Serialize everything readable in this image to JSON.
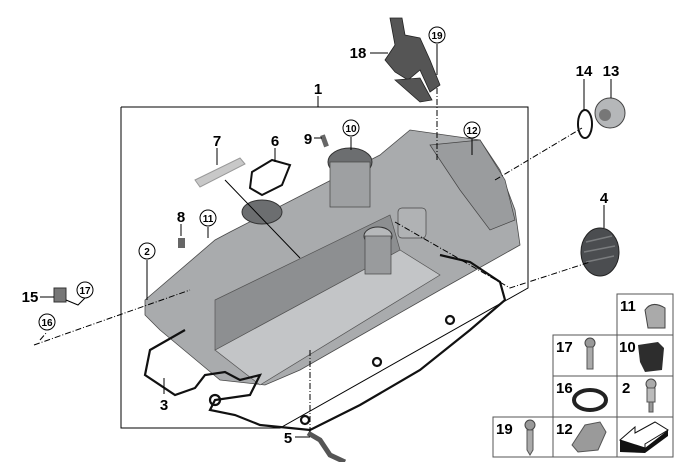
{
  "diagram": {
    "title": "Cylinder head cover",
    "callouts": [
      {
        "id": "1",
        "text": "1",
        "circled": false
      },
      {
        "id": "2",
        "text": "2",
        "circled": true
      },
      {
        "id": "3",
        "text": "3",
        "circled": false
      },
      {
        "id": "4",
        "text": "4",
        "circled": false
      },
      {
        "id": "5",
        "text": "5",
        "circled": false
      },
      {
        "id": "6",
        "text": "6",
        "circled": false
      },
      {
        "id": "7",
        "text": "7",
        "circled": false
      },
      {
        "id": "8",
        "text": "8",
        "circled": false
      },
      {
        "id": "9",
        "text": "9",
        "circled": false
      },
      {
        "id": "10",
        "text": "10",
        "circled": true
      },
      {
        "id": "11",
        "text": "11",
        "circled": true
      },
      {
        "id": "12",
        "text": "12",
        "circled": true
      },
      {
        "id": "13",
        "text": "13",
        "circled": false
      },
      {
        "id": "14",
        "text": "14",
        "circled": false
      },
      {
        "id": "15",
        "text": "15",
        "circled": false
      },
      {
        "id": "16",
        "text": "16",
        "circled": true
      },
      {
        "id": "17",
        "text": "17",
        "circled": true
      },
      {
        "id": "18",
        "text": "18",
        "circled": false
      },
      {
        "id": "19",
        "text": "19",
        "circled": true
      }
    ],
    "legend_cells": [
      {
        "label": "11",
        "part": "clip"
      },
      {
        "label": "17",
        "part": "screw"
      },
      {
        "label": "10",
        "part": "holder"
      },
      {
        "label": "16",
        "part": "o-ring"
      },
      {
        "label": "2",
        "part": "stud-bolt"
      },
      {
        "label": "19",
        "part": "self-tapping-screw"
      },
      {
        "label": "12",
        "part": "cable-holder"
      },
      {
        "label": "",
        "part": "direction-arrow"
      }
    ]
  }
}
